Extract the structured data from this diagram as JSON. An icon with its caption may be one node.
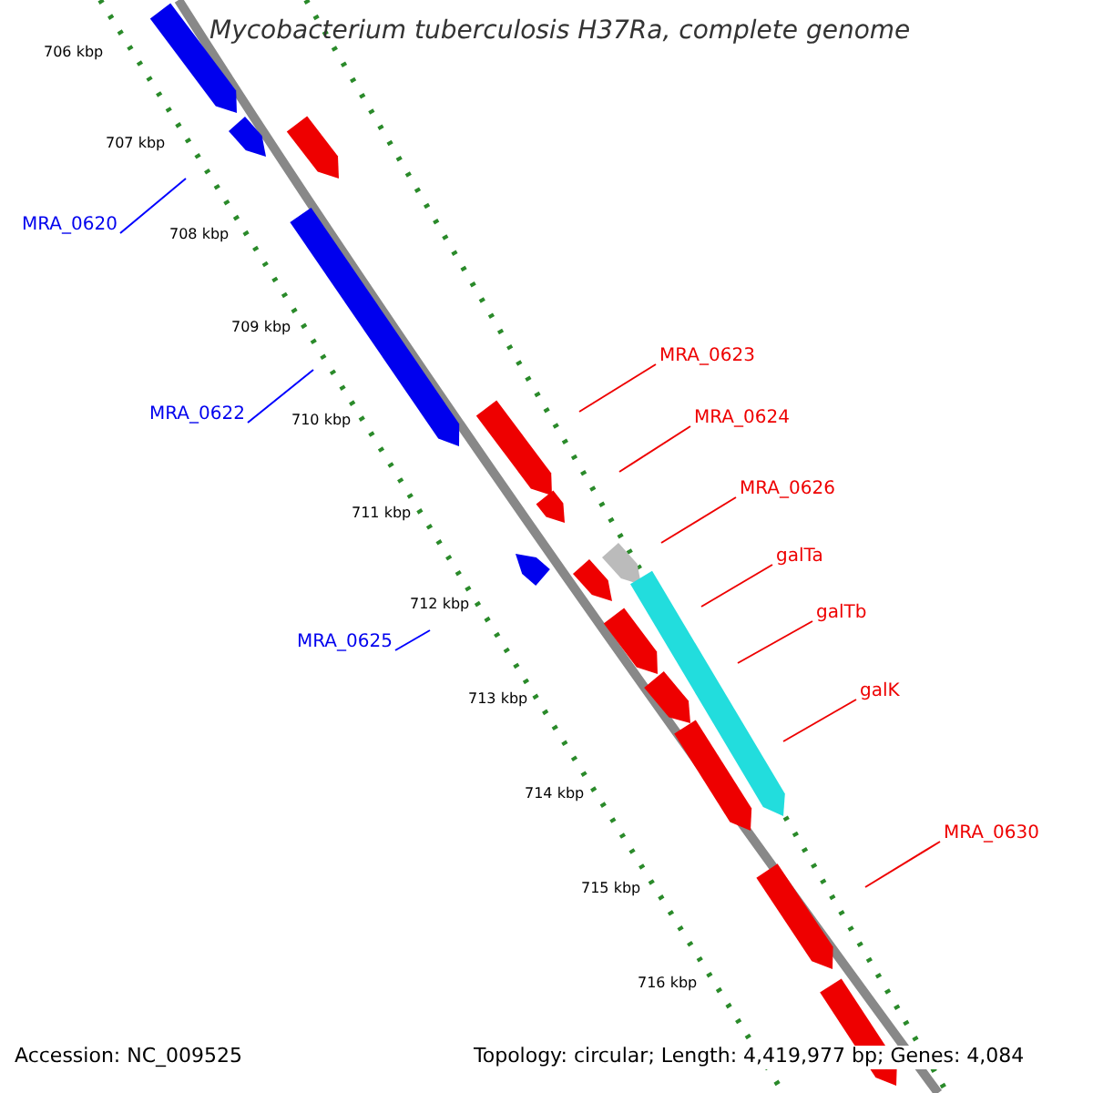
{
  "diagram": {
    "title": "Mycobacterium tuberculosis H37Ra, complete genome",
    "nodes": [
      {
        "text": [
          "MRA_0620"
        ]
      },
      {
        "text": [
          "MRA_0622"
        ]
      },
      {
        "text": [
          "MRA_0623"
        ]
      },
      {
        "text": [
          "MRA_0624"
        ]
      },
      {
        "text": [
          "MRA_0626"
        ]
      },
      {
        "text": [
          "galTa"
        ]
      },
      {
        "text": [
          "galTb"
        ]
      },
      {
        "text": [
          "MRA_0625"
        ]
      },
      {
        "text": [
          "galK"
        ]
      },
      {
        "text": [
          "MRA_0630"
        ]
      }
    ],
    "edges": [
      {
        "from": 0,
        "to": null,
        "arrow": "none",
        "color": "#0000ff"
      },
      {
        "from": 1,
        "to": null,
        "arrow": "none",
        "color": "#0000ff"
      },
      {
        "from": 2,
        "to": null,
        "arrow": "none"
      },
      {
        "from": 3,
        "to": null,
        "arrow": "none"
      },
      {
        "from": 4,
        "to": null,
        "arrow": "none"
      },
      {
        "from": 5,
        "to": null,
        "arrow": "none"
      },
      {
        "from": 6,
        "to": null,
        "arrow": "none"
      },
      {
        "from": 7,
        "to": null,
        "arrow": "none",
        "color": "#0000ff"
      },
      {
        "from": 8,
        "to": null,
        "arrow": "none"
      },
      {
        "from": 9,
        "to": null,
        "arrow": "none"
      }
    ],
    "labels": [
      "706 kbp",
      "707 kbp",
      "708 kbp",
      "709 kbp",
      "710 kbp",
      "711 kbp",
      "712 kbp",
      "713 kbp",
      "714 kbp",
      "715 kbp",
      "716 kbp",
      "Accession: NC_009525",
      "Topology: circular; Length: 4,419,977 bp; Genes: 4,084"
    ]
  }
}
